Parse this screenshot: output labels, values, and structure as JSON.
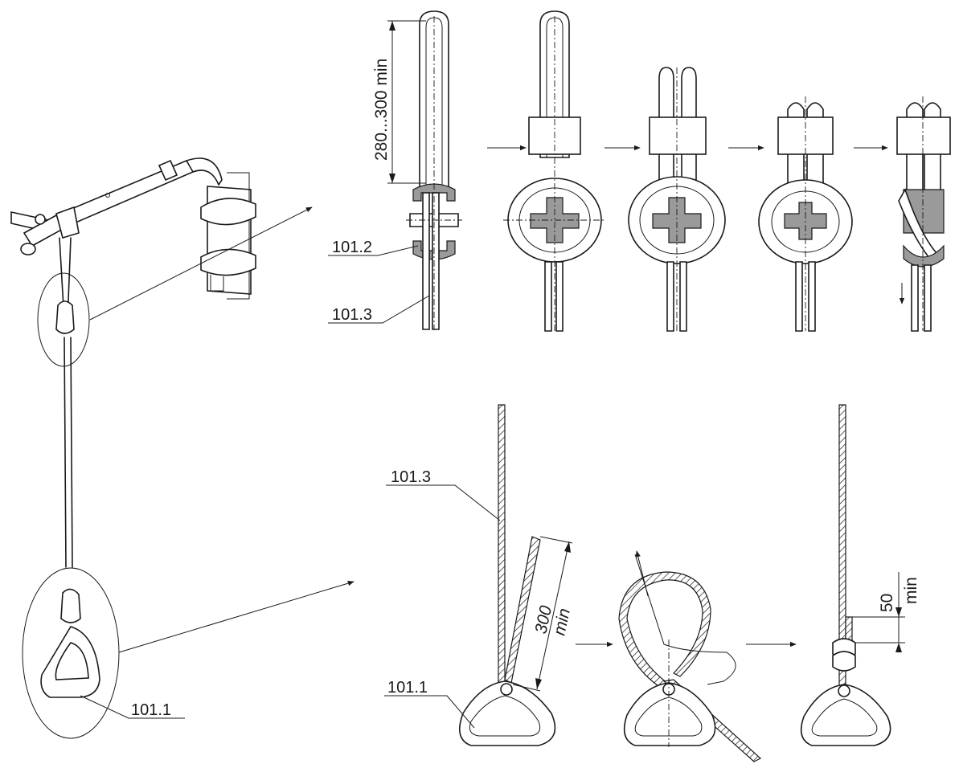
{
  "labels": {
    "ring_top_left": "101.1",
    "clip": "101.2",
    "rope_top": "101.3",
    "rope_bottom": "101.3",
    "ring_bottom": "101.1"
  },
  "dimensions": {
    "loop_length": "280...300 min",
    "tail_length_value": "300",
    "tail_length_unit": "min",
    "end_length_value": "50",
    "end_length_unit": "min"
  }
}
